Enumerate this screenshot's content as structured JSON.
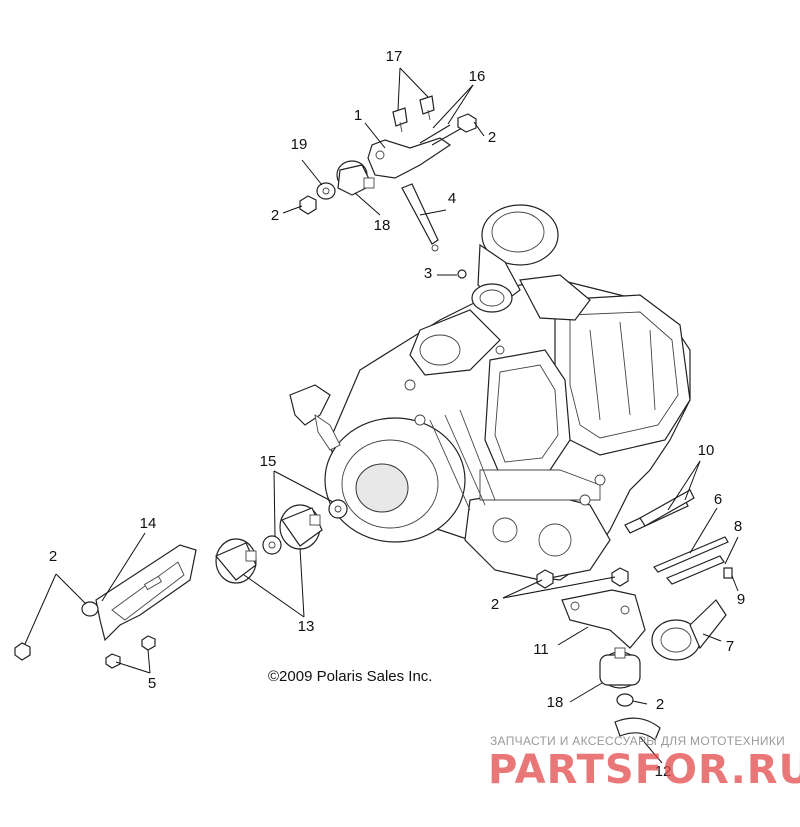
{
  "callouts": {
    "c17": "17",
    "c16": "16",
    "c1": "1",
    "c2a": "2",
    "c19": "19",
    "c2b": "2",
    "c18a": "18",
    "c4": "4",
    "c3": "3",
    "c15": "15",
    "c14": "14",
    "c2c": "2",
    "c13": "13",
    "c5": "5",
    "c10": "10",
    "c6": "6",
    "c8": "8",
    "c9": "9",
    "c2d": "2",
    "c11": "11",
    "c7": "7",
    "c18b": "18",
    "c2e": "2",
    "c12": "12"
  },
  "copyright": "©2009 Polaris Sales Inc.",
  "watermark": {
    "tagline": "ЗАПЧАСТИ И АКСЕССУАРЫ ДЛЯ МОТОТЕХНИКИ",
    "brand": "PARTSFOR.RU"
  }
}
